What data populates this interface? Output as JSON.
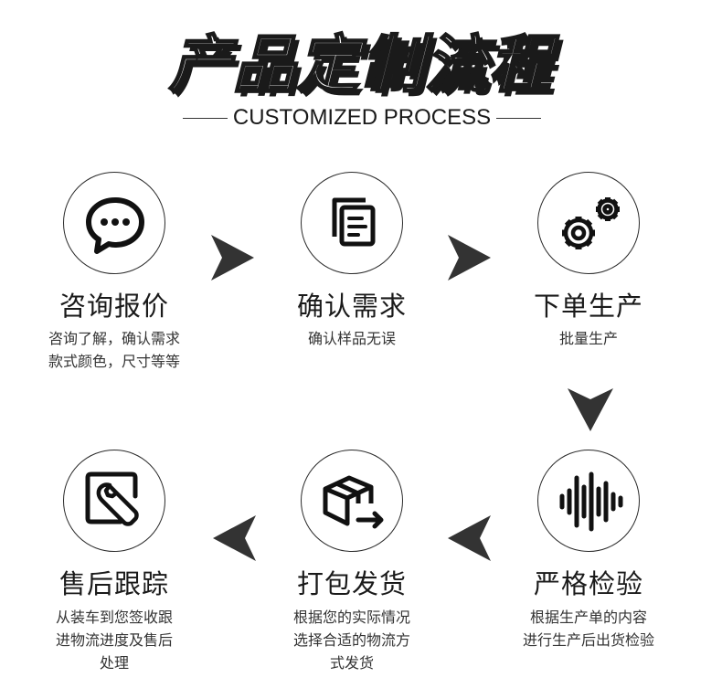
{
  "header": {
    "title": "产品定制流程",
    "subtitle": "CUSTOMIZED PROCESS"
  },
  "steps": [
    {
      "title": "咨询报价",
      "desc": [
        "咨询了解，确认需求",
        "款式颜色，尺寸等等"
      ],
      "icon": "chat-bubble-icon"
    },
    {
      "title": "确认需求",
      "desc": [
        "确认样品无误"
      ],
      "icon": "documents-icon"
    },
    {
      "title": "下单生产",
      "desc": [
        "批量生产"
      ],
      "icon": "gears-icon"
    },
    {
      "title": "严格检验",
      "desc": [
        "根据生产单的内容",
        "进行生产后出货检验"
      ],
      "icon": "sound-wave-icon"
    },
    {
      "title": "打包发货",
      "desc": [
        "根据您的实际情况",
        "选择合适的物流方",
        "式发货"
      ],
      "icon": "shipping-box-icon"
    },
    {
      "title": "售后跟踪",
      "desc": [
        "从装车到您签收跟",
        "进物流进度及售后",
        "处理"
      ],
      "icon": "wrench-icon"
    }
  ],
  "arrows": [
    "arrow-right-icon",
    "arrow-right-icon",
    "arrow-down-icon",
    "arrow-left-icon",
    "arrow-left-icon"
  ],
  "colors": {
    "ink": "#1a1a1a",
    "outline": "#2a2a2a",
    "arrow": "#333333"
  }
}
